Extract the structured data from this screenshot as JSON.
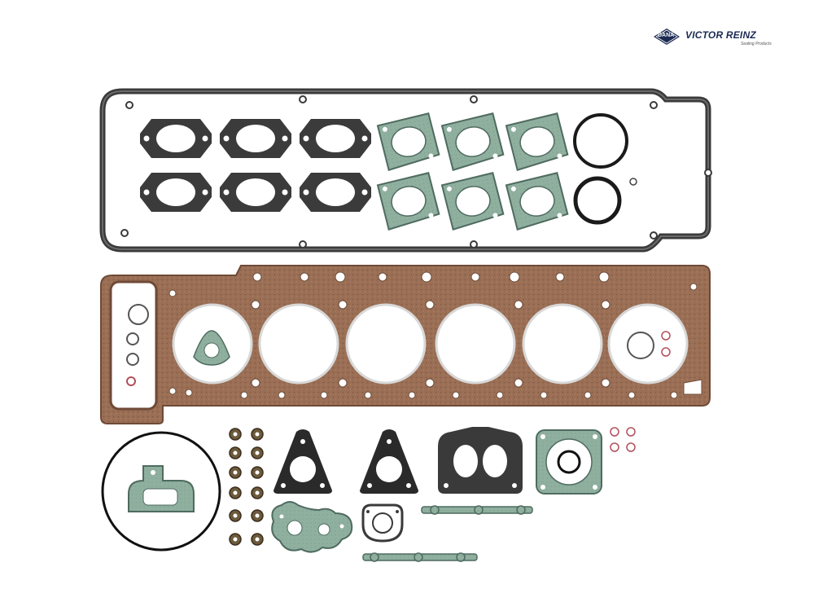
{
  "brand": {
    "badge": "DANA",
    "name": "VICTOR REINZ",
    "tagline": "Sealing Products",
    "colors": {
      "navy": "#1b2a52",
      "gray": "#555555"
    }
  },
  "colors": {
    "fiber": "#9a6f55",
    "fiber_dark": "#6f4a36",
    "green_gasket": "#8faf9f",
    "green_dark": "#4f6b60",
    "black_gasket": "#2a2a2a",
    "dark_gray_gasket": "#3b3b3b",
    "seal_brown": "#6d5a3c"
  }
}
